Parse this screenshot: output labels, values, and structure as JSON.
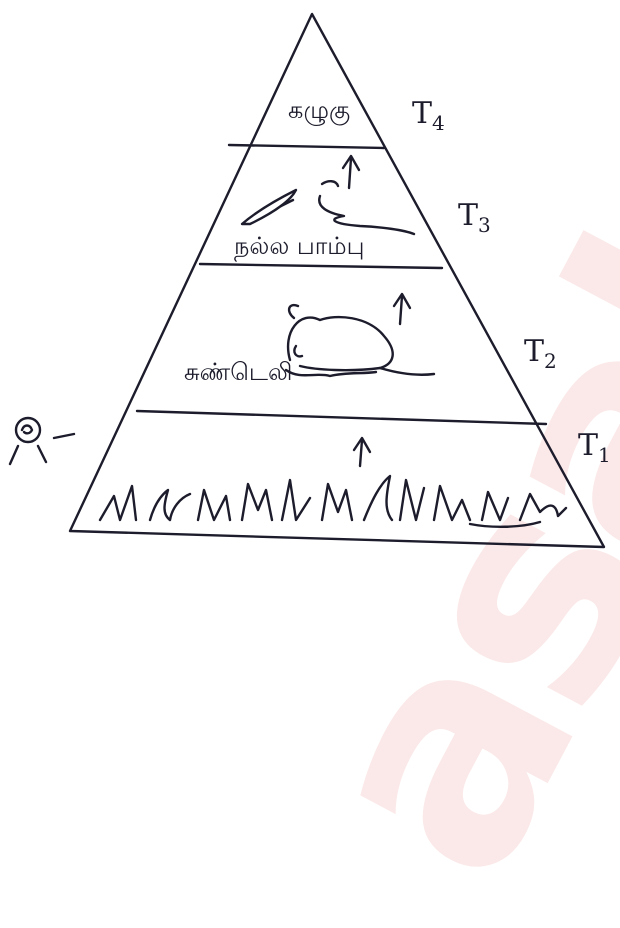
{
  "watermark": {
    "text": "asalai",
    "color": "#f8d7d7"
  },
  "ink_color": "#1c1c2c",
  "levels": [
    {
      "id": "T1",
      "label_main": "T",
      "label_sub": "1",
      "organism_text": ""
    },
    {
      "id": "T2",
      "label_main": "T",
      "label_sub": "2",
      "organism_text": "சுண்டெலி"
    },
    {
      "id": "T3",
      "label_main": "T",
      "label_sub": "3",
      "organism_text": "நல்ல பாம்பு"
    },
    {
      "id": "T4",
      "label_main": "T",
      "label_sub": "4",
      "organism_text": "கழுகு"
    }
  ],
  "sun_icon": "sun-icon"
}
